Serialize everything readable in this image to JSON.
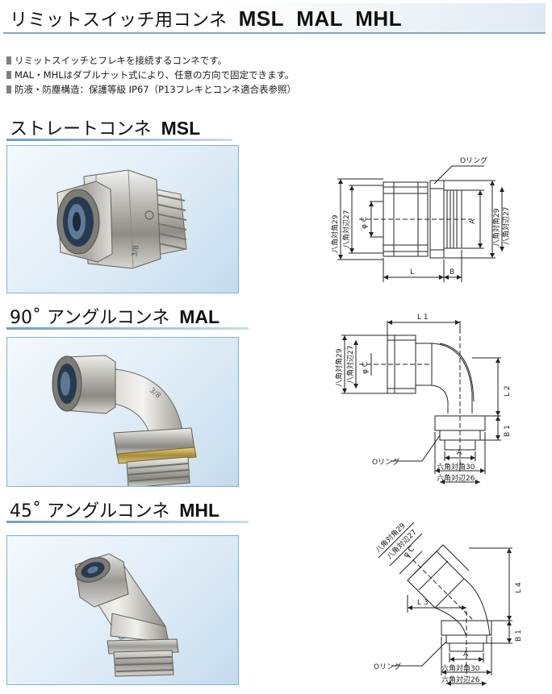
{
  "header": {
    "title": "リミットスイッチ用コンネ",
    "models": "MSL  MAL  MHL"
  },
  "features": [
    "リミットスイッチとフレキを接続するコンネです。",
    "MAL・MHLはダブルナット式により、任意の方向で固定できます。",
    "防液・防塵構造：保護等級 IP67（P13フレキとコンネ適合表参照）"
  ],
  "sections": [
    {
      "title": "ストレートコンネ",
      "code": "MSL",
      "labels": {
        "o_ring": "Oリング",
        "hex_corner": "八角対角29",
        "hex_side": "八角対辺27",
        "c": "φ C",
        "a": "A",
        "l": "L",
        "b": "B"
      }
    },
    {
      "title": "90˚ アングルコンネ",
      "code": "MAL",
      "labels": {
        "l1": "L 1",
        "l2": "L 2",
        "b1": "B 1",
        "a": "A",
        "c": "φ C",
        "hex_corner": "八角対角29",
        "hex_side": "八角対辺27",
        "o_ring": "Oリング",
        "hex6_corner": "六角対角30",
        "hex6_side": "六角対辺26"
      }
    },
    {
      "title": "45˚ アングルコンネ",
      "code": "MHL",
      "labels": {
        "hex_corner": "八角対角29",
        "hex_side": "八角対辺27",
        "c": "φ C",
        "l3": "L 3",
        "l4": "L 4",
        "b1": "B 1",
        "a": "A",
        "o_ring": "Oリング",
        "hex6_corner": "六角対角30",
        "hex6_side": "六角対辺26"
      }
    }
  ]
}
